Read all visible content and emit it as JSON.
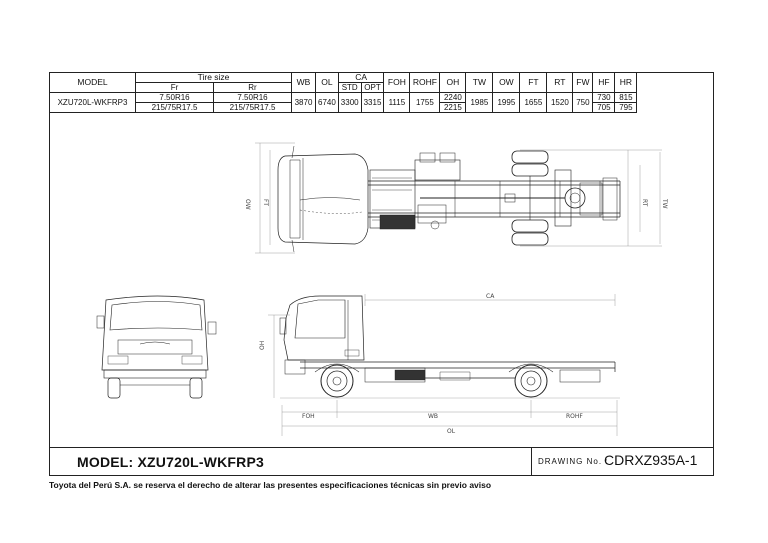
{
  "spec_table": {
    "header": {
      "model": "MODEL",
      "tire_size": "Tire size",
      "fr": "Fr",
      "rr": "Rr",
      "wb": "WB",
      "ol": "OL",
      "ca": "CA",
      "ca_std": "STD",
      "ca_opt": "OPT",
      "foh": "FOH",
      "rohf": "ROHF",
      "oh": "OH",
      "tw": "TW",
      "ow": "OW",
      "ft": "FT",
      "rt": "RT",
      "fw": "FW",
      "hf": "HF",
      "hr": "HR"
    },
    "row": {
      "model": "XZU720L-WKFRP3",
      "fr_1": "7.50R16",
      "fr_2": "215/75R17.5",
      "rr_1": "7.50R16",
      "rr_2": "215/75R17.5",
      "wb": "3870",
      "ol": "6740",
      "ca_std": "3300",
      "ca_opt": "3315",
      "foh": "1115",
      "rohf": "1755",
      "oh_1": "2240",
      "oh_2": "2215",
      "tw": "1985",
      "ow": "1995",
      "ft": "1655",
      "rt": "1520",
      "fw": "750",
      "hf_1": "730",
      "hf_2": "705",
      "hr_1": "815",
      "hr_2": "795"
    }
  },
  "dimension_labels": {
    "ca": "CA",
    "oh": "OH",
    "foh": "FOH",
    "wb": "WB",
    "rohf": "ROHF",
    "ol": "OL",
    "ow": "OW",
    "ft": "FT",
    "tw": "TW",
    "rt": "RT"
  },
  "title_block": {
    "model_title": "MODEL: XZU720L-WKFRP3",
    "drawing_label": "DRAWING  No. :",
    "drawing_no": "CDRXZ935A-1"
  },
  "footer_note": "Toyota del Perú S.A. se reserva el derecho de alterar las presentes especificaciones técnicas sin previo aviso"
}
